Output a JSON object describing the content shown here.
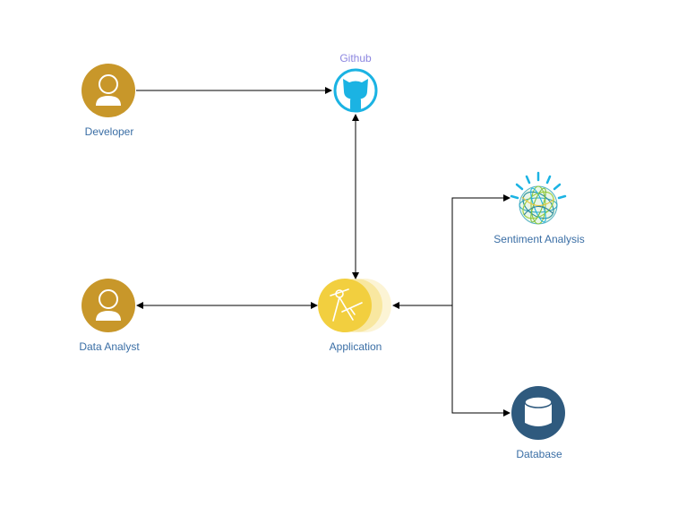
{
  "colors": {
    "person": "#c8972a",
    "github": "#1bb3e3",
    "github_label": "#8c86e0",
    "label": "#3a6ea5",
    "application": "#f2cf3f",
    "database": "#2f5a7e",
    "edge": "#000000"
  },
  "nodes": {
    "developer": {
      "label": "Developer",
      "icon": "person-icon"
    },
    "github": {
      "label": "Github",
      "icon": "github-icon"
    },
    "sentiment": {
      "label": "Sentiment Analysis",
      "icon": "watson-globe-icon"
    },
    "data_analyst": {
      "label": "Data Analyst",
      "icon": "person-icon"
    },
    "application": {
      "label": "Application",
      "icon": "compass-pen-icon"
    },
    "database": {
      "label": "Database",
      "icon": "database-cylinder-icon"
    }
  },
  "edges": [
    {
      "from": "developer",
      "to": "github",
      "arrows": "end"
    },
    {
      "from": "github",
      "to": "application",
      "arrows": "both"
    },
    {
      "from": "data_analyst",
      "to": "application",
      "arrows": "both"
    },
    {
      "from": "application",
      "to": "sentiment",
      "arrows": "both"
    },
    {
      "from": "application",
      "to": "database",
      "arrows": "both"
    }
  ]
}
